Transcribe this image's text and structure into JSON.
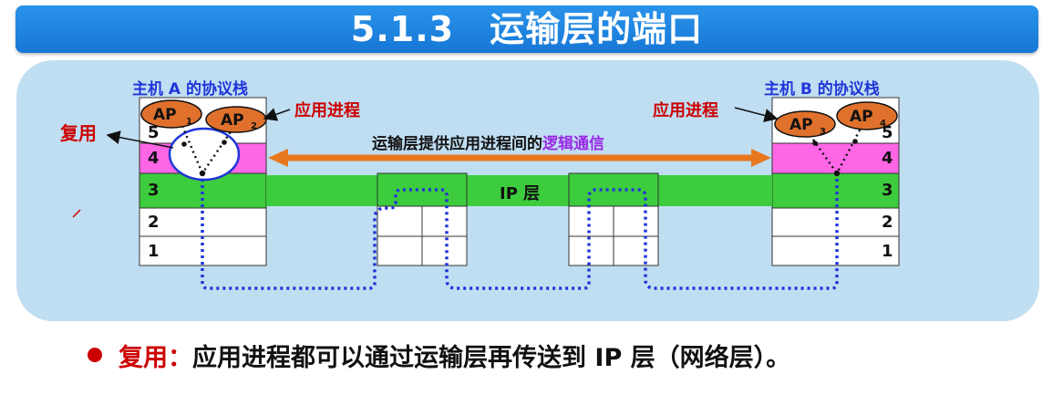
{
  "title": "5.1.3　运输层的端口",
  "host_a": {
    "title": "主机 A 的协议栈",
    "layers": [
      "5",
      "4",
      "3",
      "2",
      "1"
    ],
    "apps": [
      {
        "name": "AP",
        "sub": "1"
      },
      {
        "name": "AP",
        "sub": "2"
      }
    ]
  },
  "host_b": {
    "title": "主机 B 的协议栈",
    "layers": [
      "5",
      "4",
      "3",
      "2",
      "1"
    ],
    "apps": [
      {
        "name": "AP",
        "sub": "3"
      },
      {
        "name": "AP",
        "sub": "4"
      }
    ]
  },
  "labels": {
    "app_process_left": "应用进程",
    "app_process_right": "应用进程",
    "multiplexing": "复用",
    "ip_layer": "IP 层",
    "logical_comm_prefix": "运输层提供应用进程间的",
    "logical_comm_highlight": "逻辑通信"
  },
  "bullet": {
    "key": "复用",
    "separator": "：",
    "text": "应用进程都可以通过运输层再传送到 IP 层（网络层）。"
  },
  "colors": {
    "title_bg": "#1f84e0",
    "panel_bg": "#c0def2",
    "transport_layer": "#ff66e6",
    "ip_layer": "#3dcc3d",
    "app_ellipse": "#e0712d",
    "path_blue": "#1f36d8",
    "arrow_orange": "#e8781e",
    "accent_red": "#cc0000",
    "highlight_purple": "#9a2be6"
  }
}
